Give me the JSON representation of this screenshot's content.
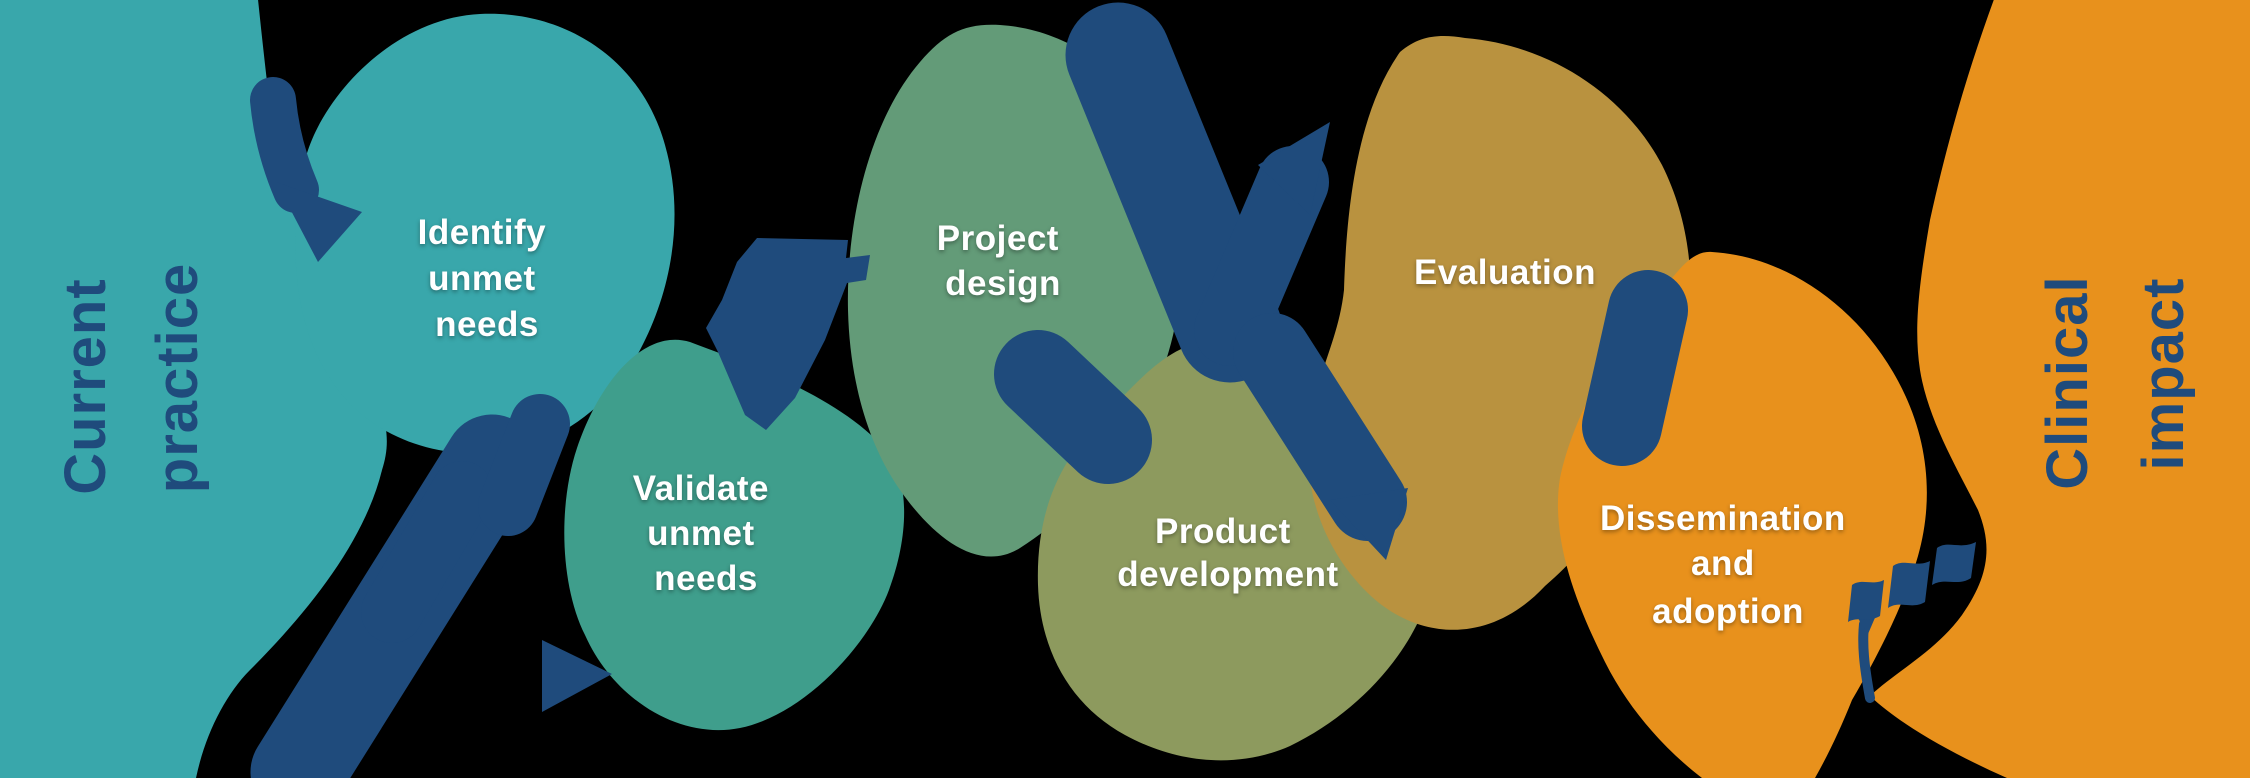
{
  "diagram": {
    "description_domain": "innovation pathway flow diagram",
    "colors": {
      "background": "#000000",
      "arrow": "#1F4B7C",
      "teal": "#39A7AB",
      "green": "#3F9E8C",
      "sage": "#639B78",
      "olive": "#8D9A5E",
      "gold": "#B9923F",
      "orange": "#E8911C",
      "white": "#FFFFFF"
    },
    "stages": [
      {
        "id": "current-practice",
        "lines": [
          "Current",
          "practice"
        ],
        "fill": "#39A7AB",
        "text": "#1F4B7C"
      },
      {
        "id": "identify-unmet-needs",
        "lines": [
          "Identify",
          "unmet",
          "needs"
        ],
        "fill": "#39A7AB",
        "text": "#FFFFFF"
      },
      {
        "id": "validate-unmet-needs",
        "lines": [
          "Validate",
          "unmet",
          "needs"
        ],
        "fill": "#3F9E8C",
        "text": "#FFFFFF"
      },
      {
        "id": "project-design",
        "lines": [
          "Project",
          "design"
        ],
        "fill": "#639B78",
        "text": "#FFFFFF"
      },
      {
        "id": "product-development",
        "lines": [
          "Product",
          "development"
        ],
        "fill": "#8D9A5E",
        "text": "#FFFFFF"
      },
      {
        "id": "evaluation",
        "lines": [
          "Evaluation"
        ],
        "fill": "#B9923F",
        "text": "#FFFFFF"
      },
      {
        "id": "dissemination-and-adoption",
        "lines": [
          "Dissemination",
          "and",
          "adoption"
        ],
        "fill": "#E8911C",
        "text": "#FFFFFF"
      },
      {
        "id": "clinical-impact",
        "lines": [
          "Clinical",
          "impact"
        ],
        "fill": "#E8911C",
        "text": "#1F4B7C"
      }
    ]
  }
}
